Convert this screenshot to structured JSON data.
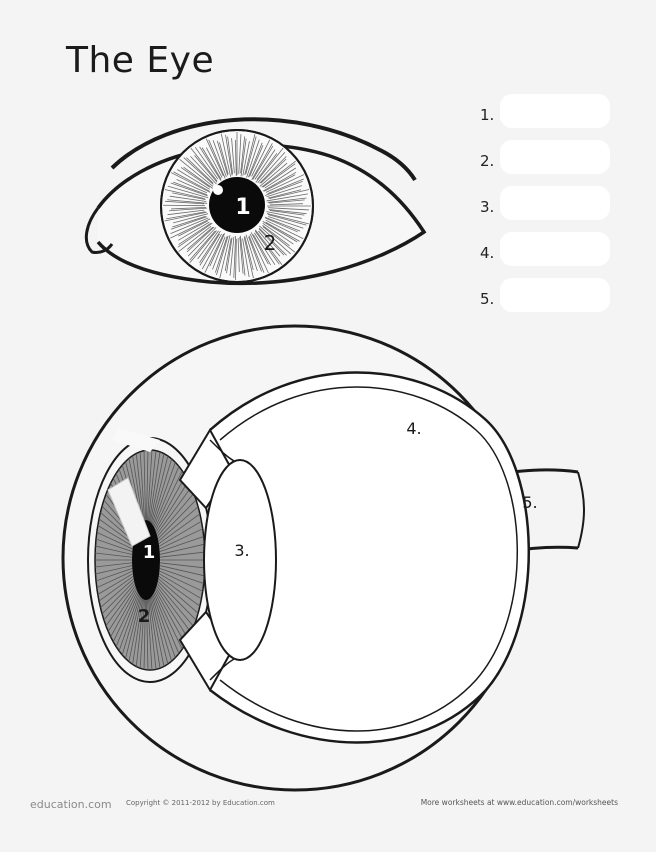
{
  "title": "The Eye",
  "answer_lines": [
    "1.",
    "2.",
    "3.",
    "4.",
    "5."
  ],
  "front_view_labels": {
    "pupil": "1",
    "iris": "2"
  },
  "cross_section_labels": {
    "pupil": "1",
    "iris": "2",
    "lens": "3.",
    "retina": "4.",
    "optic_nerve": "5."
  },
  "footer": {
    "logo": "education.com",
    "copyright": "Copyright © 2011-2012 by Education.com",
    "more_link": "More worksheets at www.education.com/worksheets"
  },
  "colors": {
    "ink": "#1a1a1a",
    "paper": "#f4f4f4",
    "iris_shade": "#9a9a9a"
  }
}
